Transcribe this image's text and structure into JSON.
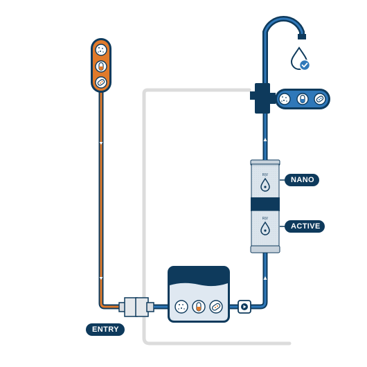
{
  "labels": {
    "entry": "ENTRY",
    "nano": "NANO",
    "active": "ACTIVE"
  },
  "icons": {
    "incoming_contaminants": [
      "particles-icon",
      "capsule-icon",
      "bacteria-icon"
    ],
    "tank_contents": [
      "particles-icon",
      "capsule-icon",
      "bacteria-icon"
    ],
    "outlet_removed": [
      "particles-icon",
      "capsule-icon",
      "bacteria-icon"
    ],
    "result": "clean-water-drop-check-icon"
  },
  "colors": {
    "navy": "#0e3a5c",
    "blue": "#2f78b9",
    "orange": "#e07a2b",
    "grey_pipe": "#dadada",
    "cartridge": "#d3dee8"
  }
}
